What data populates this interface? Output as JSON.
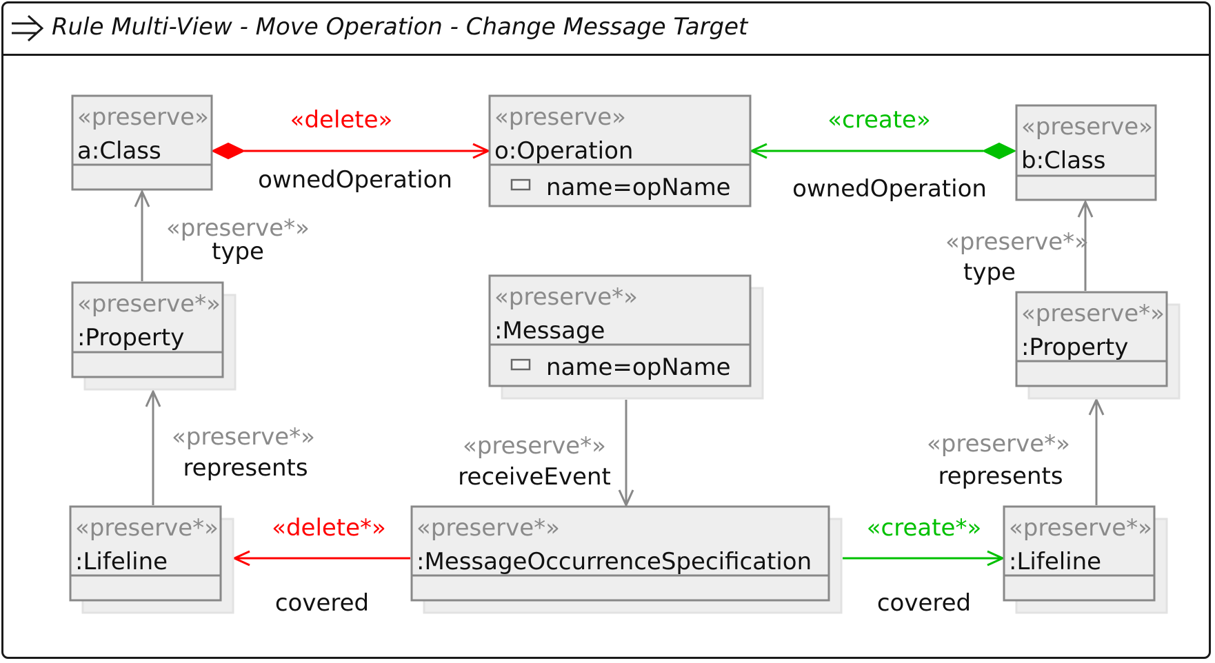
{
  "title": "Rule Multi-View - Move Operation - Change Message Target",
  "icons": {
    "header": "arrow-right-icon",
    "attribute": "attribute-icon"
  },
  "colors": {
    "delete": "#ff0000",
    "create": "#00c000",
    "preserve": "#888888",
    "box_fill": "#eeeeee"
  },
  "nodes": [
    {
      "id": "aClass",
      "stereotype": "«preserve»",
      "name": "a:Class",
      "multi": false,
      "attrs": []
    },
    {
      "id": "oOperation",
      "stereotype": "«preserve»",
      "name": "o:Operation",
      "multi": false,
      "attrs": [
        "name=opName"
      ]
    },
    {
      "id": "bClass",
      "stereotype": "«preserve»",
      "name": "b:Class",
      "multi": false,
      "attrs": []
    },
    {
      "id": "propLeft",
      "stereotype": "«preserve*»",
      "name": ":Property",
      "multi": true,
      "attrs": []
    },
    {
      "id": "message",
      "stereotype": "«preserve*»",
      "name": ":Message",
      "multi": true,
      "attrs": [
        "name=opName"
      ]
    },
    {
      "id": "propRight",
      "stereotype": "«preserve*»",
      "name": ":Property",
      "multi": true,
      "attrs": []
    },
    {
      "id": "lifelineLeft",
      "stereotype": "«preserve*»",
      "name": ":Lifeline",
      "multi": true,
      "attrs": []
    },
    {
      "id": "mos",
      "stereotype": "«preserve*»",
      "name": ":MessageOccurrenceSpecification",
      "multi": true,
      "attrs": []
    },
    {
      "id": "lifelineRight",
      "stereotype": "«preserve*»",
      "name": ":Lifeline",
      "multi": true,
      "attrs": []
    }
  ],
  "edges": [
    {
      "id": "e1",
      "from": "aClass",
      "to": "oOperation",
      "action": "delete",
      "stereotype": "«delete»",
      "label": "ownedOperation",
      "composite": true
    },
    {
      "id": "e2",
      "from": "bClass",
      "to": "oOperation",
      "action": "create",
      "stereotype": "«create»",
      "label": "ownedOperation",
      "composite": true
    },
    {
      "id": "e3",
      "from": "propLeft",
      "to": "aClass",
      "action": "preserve",
      "stereotype": "«preserve*»",
      "label": "type",
      "composite": false
    },
    {
      "id": "e4",
      "from": "propRight",
      "to": "bClass",
      "action": "preserve",
      "stereotype": "«preserve*»",
      "label": "type",
      "composite": false
    },
    {
      "id": "e5",
      "from": "lifelineLeft",
      "to": "propLeft",
      "action": "preserve",
      "stereotype": "«preserve*»",
      "label": "represents",
      "composite": false
    },
    {
      "id": "e6",
      "from": "lifelineRight",
      "to": "propRight",
      "action": "preserve",
      "stereotype": "«preserve*»",
      "label": "represents",
      "composite": false
    },
    {
      "id": "e7",
      "from": "message",
      "to": "mos",
      "action": "preserve",
      "stereotype": "«preserve*»",
      "label": "receiveEvent",
      "composite": false
    },
    {
      "id": "e8",
      "from": "mos",
      "to": "lifelineLeft",
      "action": "delete",
      "stereotype": "«delete*»",
      "label": "covered",
      "composite": false
    },
    {
      "id": "e9",
      "from": "mos",
      "to": "lifelineRight",
      "action": "create",
      "stereotype": "«create*»",
      "label": "covered",
      "composite": false
    }
  ]
}
